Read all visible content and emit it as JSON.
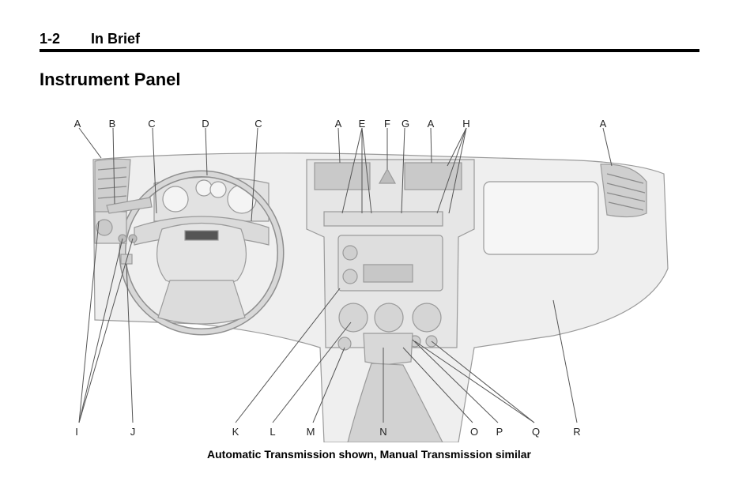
{
  "header": {
    "page_number": "1-2",
    "section": "In Brief"
  },
  "title": "Instrument Panel",
  "figure": {
    "callouts_top": [
      "A",
      "B",
      "C",
      "D",
      "C",
      "A",
      "E",
      "F",
      "G",
      "A",
      "H",
      "A"
    ],
    "callouts_bottom": [
      "I",
      "J",
      "K",
      "L",
      "M",
      "N",
      "O",
      "P",
      "Q",
      "R"
    ],
    "caption": "Automatic Transmission shown, Manual Transmission similar"
  }
}
